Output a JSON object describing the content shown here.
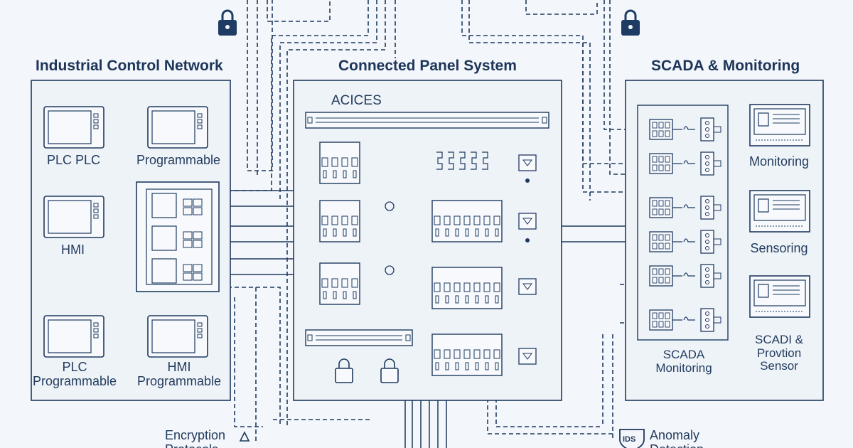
{
  "sections": {
    "left_title": "Industrial Control Network",
    "center_title": "Connected Panel System",
    "right_title": "SCADA & Monitoring"
  },
  "left": {
    "labels": [
      "PLC PLC",
      "Programmable",
      "HMI",
      "PLC\nProgrammable",
      "HMI\nProgrammable"
    ]
  },
  "center": {
    "bus_label": "ACICES"
  },
  "right": {
    "labels": [
      "Monitoring",
      "Sensoring",
      "SCADI &\nProvtion\nSensor",
      "SCADA\nMonitoring"
    ]
  },
  "bottom": {
    "encryption": "Encryption\nProtocols",
    "ids_badge": "IDS",
    "anomaly": "Anomaly\nDetection"
  },
  "colors": {
    "line": "#1e3a5f",
    "panel_fill": "#eef3f8",
    "lock": "#1d3b63",
    "background": "#f3f6fa"
  },
  "icons": [
    "lock-icon",
    "lock-icon",
    "padlock-icon",
    "padlock-icon",
    "shield-icon",
    "warning-triangle-icon"
  ]
}
